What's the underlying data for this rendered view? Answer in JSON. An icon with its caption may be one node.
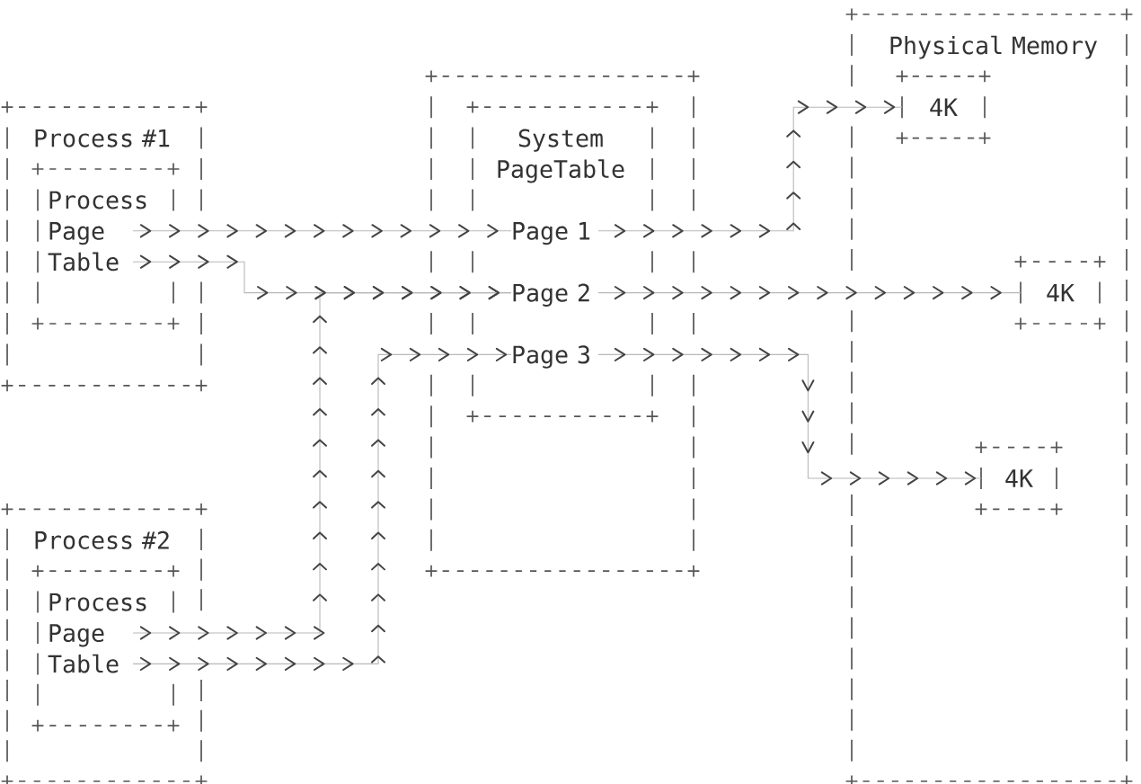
{
  "diagram": {
    "nodes": [
      {
        "text": [
          "Process #1"
        ]
      },
      {
        "text": [
          "Process Page Table"
        ],
        "in": 0
      },
      {
        "text": [],
        "shape": "box"
      },
      {
        "text": [
          "System PageTable"
        ],
        "in": 2
      },
      {
        "text": [
          "Page 1"
        ],
        "in": 3
      },
      {
        "text": [
          "Page 2"
        ],
        "in": 3
      },
      {
        "text": [
          "Page 3"
        ],
        "in": 3
      },
      {
        "text": [
          "Physical Memory"
        ]
      },
      {
        "text": [
          "4K"
        ],
        "in": 7
      },
      {
        "text": [
          "4K"
        ],
        "in": 7
      },
      {
        "text": [
          "4K"
        ],
        "in": 7
      },
      {
        "text": [
          "Process #2"
        ]
      },
      {
        "text": [
          "Process Page Table"
        ],
        "in": 11
      }
    ],
    "edges": [
      {
        "from": 1,
        "to": 4,
        "arrow": "to"
      },
      {
        "from": 1,
        "to": 5,
        "arrow": "to"
      },
      {
        "from": 12,
        "to": 5,
        "arrow": "to"
      },
      {
        "from": 12,
        "to": 6,
        "arrow": "to"
      },
      {
        "from": 4,
        "to": 8,
        "arrow": "to"
      },
      {
        "from": 5,
        "to": 9,
        "arrow": "to"
      },
      {
        "from": 6,
        "to": 10,
        "arrow": "to"
      }
    ]
  }
}
